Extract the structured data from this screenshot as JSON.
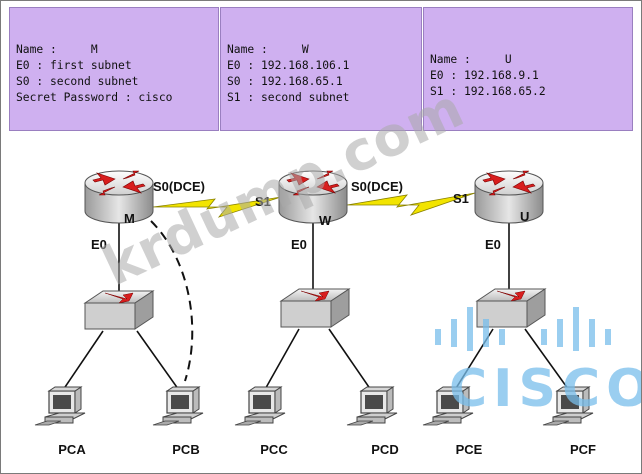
{
  "router_m": {
    "name_line": "Name :     M",
    "e0_line": "E0 : first subnet",
    "s0_line": "S0 : second subnet",
    "secret_line": "Secret Password : cisco",
    "label": "M"
  },
  "router_w": {
    "name_line": "Name :     W",
    "e0_line": "E0 : 192.168.106.1",
    "s0_line": "S0 : 192.168.65.1",
    "s1_line": "S1 : second subnet",
    "label": "W"
  },
  "router_u": {
    "name_line": "Name :     U",
    "e0_line": "E0 : 192.168.9.1",
    "s1_line": "S1 : 192.168.65.2",
    "label": "U"
  },
  "interfaces": {
    "m_s0": "S0(DCE)",
    "w_s1": "S1",
    "w_s0": "S0(DCE)",
    "u_s1": "S1",
    "m_e0": "E0",
    "w_e0": "E0",
    "u_e0": "E0"
  },
  "pcs": [
    "PCA",
    "PCB",
    "PCC",
    "PCD",
    "PCE",
    "PCF"
  ],
  "watermark": "krdump.com",
  "logo_text": "CISCO",
  "colors": {
    "panel": "#cfb0f0",
    "router_arrow": "#e02020",
    "serial_link": "#f2e400"
  }
}
